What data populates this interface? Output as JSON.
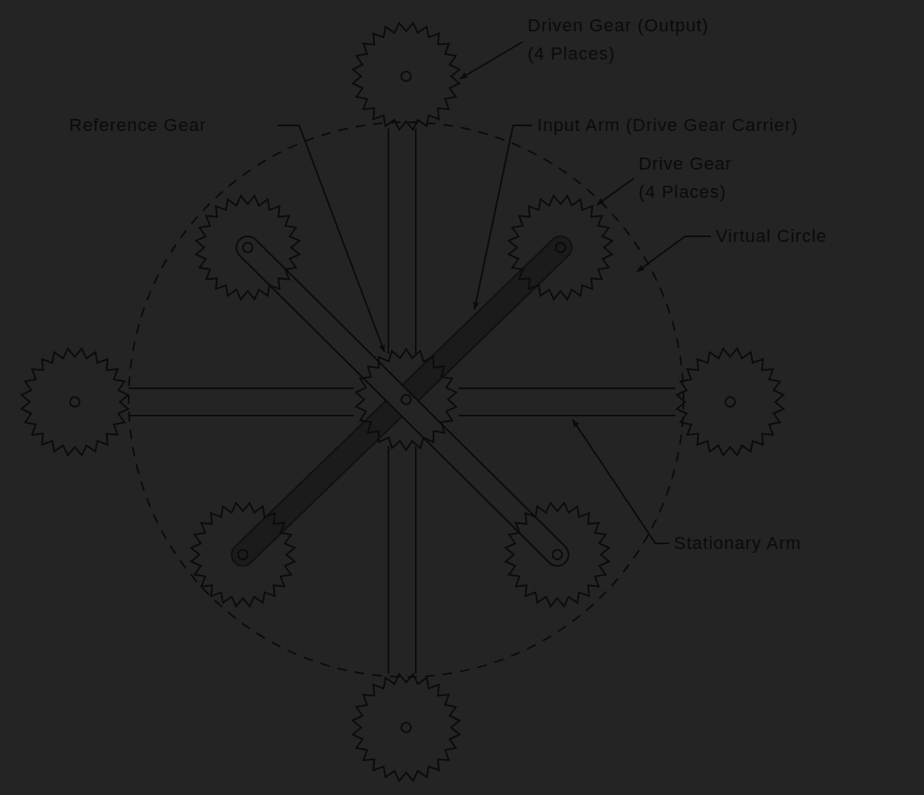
{
  "diagram": {
    "labels": [
      "Driven Gear (Output) (4 Places)",
      "Reference Gear",
      "Input Arm (Drive Gear Carrier)",
      "Drive Gear (4 Places)",
      "Virtual Circle",
      "Stationary Arm"
    ]
  }
}
